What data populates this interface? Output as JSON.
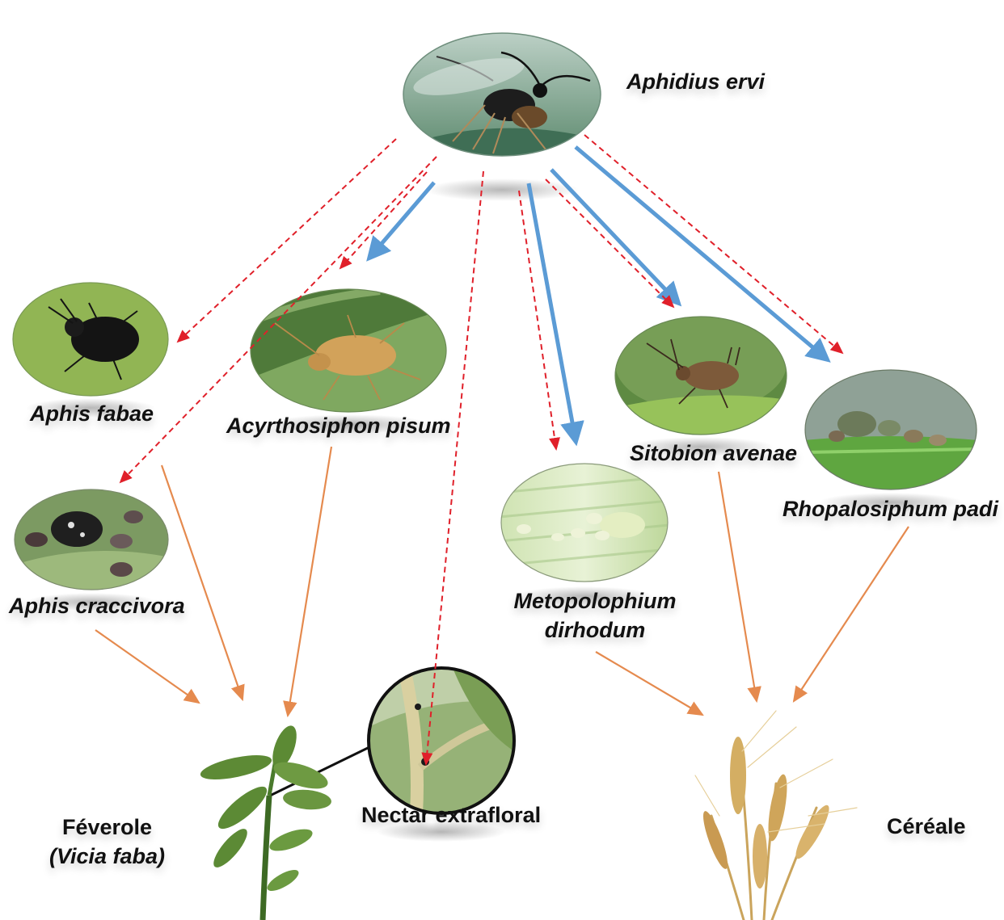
{
  "predator": {
    "name": "Aphidius ervi"
  },
  "aphids": [
    {
      "name": "Aphis fabae"
    },
    {
      "name": "Acyrthosiphon pisum"
    },
    {
      "name": "Aphis craccivora"
    },
    {
      "name": "Metopolophium",
      "name2": "dirhodum"
    },
    {
      "name": "Sitobion avenae"
    },
    {
      "name": "Rhopalosiphum padi"
    }
  ],
  "plants": {
    "faba": {
      "name": "Féverole",
      "latin": "(Vicia faba)"
    },
    "nectar": {
      "name": "Nectar extrafloral"
    },
    "cereal": {
      "name": "Céréale"
    }
  },
  "arrow_colors": {
    "parasitism": "#5b9bd5",
    "foraging": "#e0202a",
    "feeding": "#e58a4e"
  }
}
